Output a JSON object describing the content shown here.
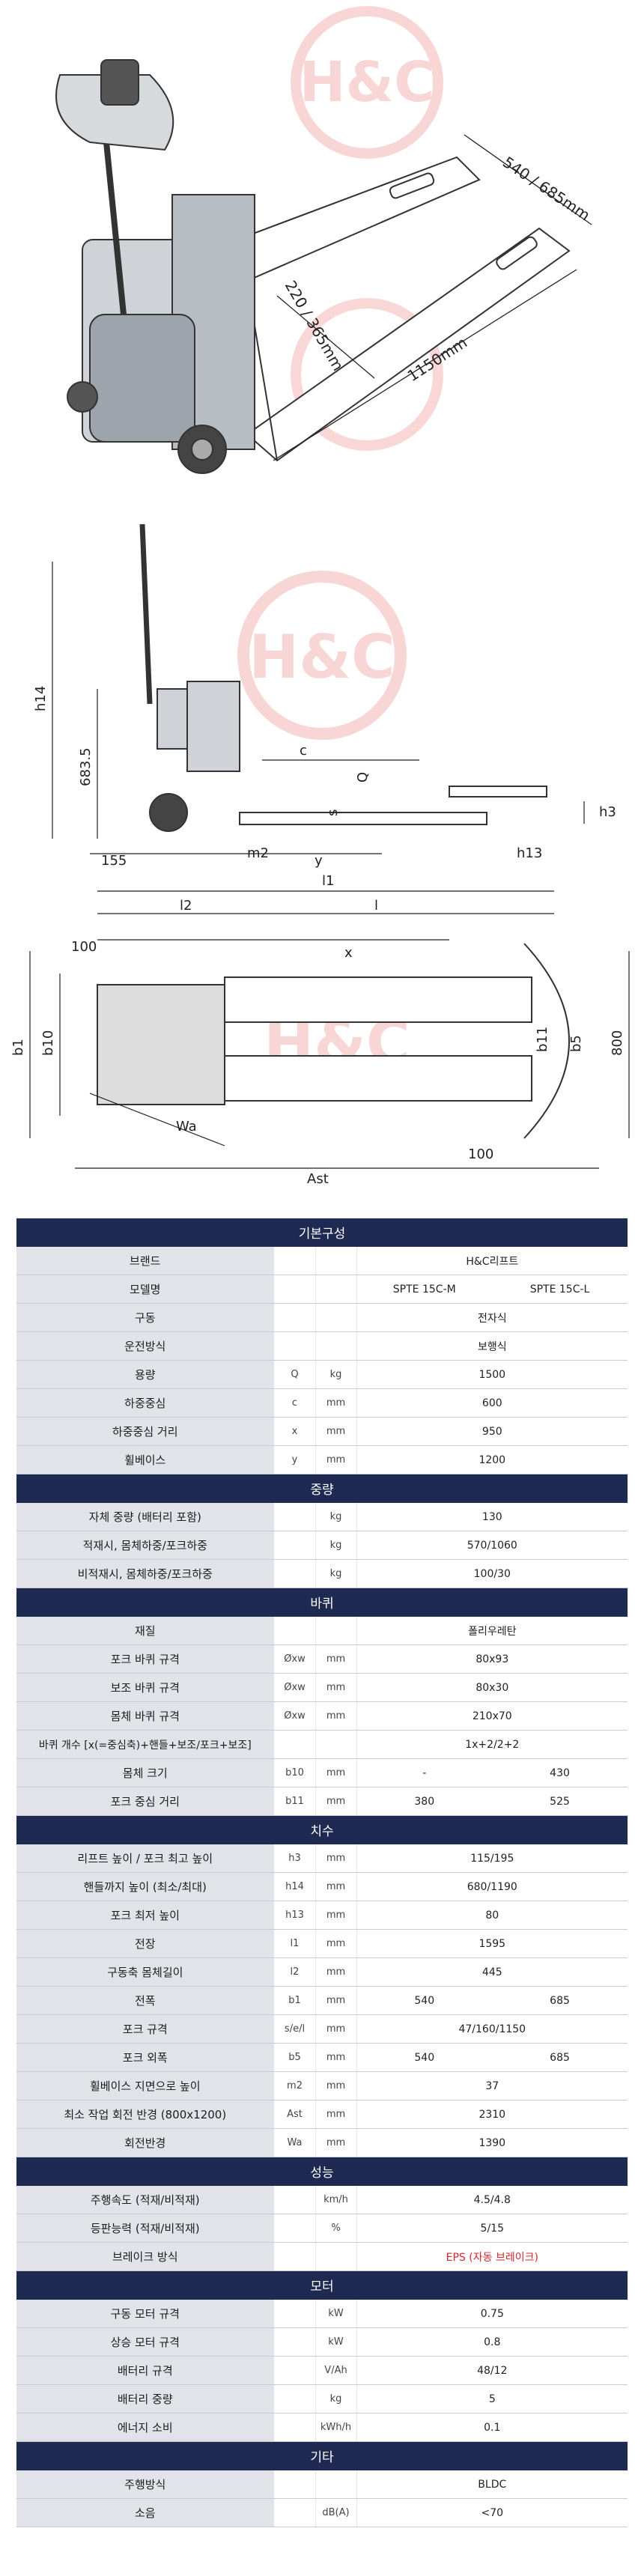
{
  "brand_watermark": "H&C",
  "diagram_top": {
    "dim_width": "540 / 685mm",
    "dim_fork_width": "220 / 365mm",
    "dim_length": "1150mm"
  },
  "diagram_side": {
    "h14": "h14",
    "dim_6835": "683.5",
    "c": "c",
    "q": "Q",
    "s": "s",
    "h3": "h3",
    "dim_155": "155",
    "m2": "m2",
    "y": "y",
    "h13": "h13"
  },
  "diagram_plan": {
    "l1": "l1",
    "l2": "l2",
    "l": "l",
    "x": "x",
    "dim_100_top": "100",
    "b1": "b1",
    "b10": "b10",
    "b11": "b11",
    "b5": "b5",
    "dim_800": "800",
    "wa": "Wa",
    "dim_100_bottom": "100",
    "ast": "Ast"
  },
  "spec": {
    "sec_basic": "기본구성",
    "brand_label": "브랜드",
    "brand_value": "H&C리프트",
    "model_label": "모델명",
    "model_m": "SPTE 15C-M",
    "model_l": "SPTE 15C-L",
    "drive_label": "구동",
    "drive_value": "전자식",
    "operate_label": "운전방식",
    "operate_value": "보행식",
    "cap_label": "용량",
    "cap_sym": "Q",
    "cap_unit": "kg",
    "cap_value": "1500",
    "lc_label": "하중중심",
    "lc_sym": "c",
    "lc_unit": "mm",
    "lc_value": "600",
    "lcd_label": "하중중심 거리",
    "lcd_sym": "x",
    "lcd_unit": "mm",
    "lcd_value": "950",
    "wb_label": "휠베이스",
    "wb_sym": "y",
    "wb_unit": "mm",
    "wb_value": "1200",
    "sec_weight": "중량",
    "sw_label": "자체 중량 (배터리 포함)",
    "sw_unit": "kg",
    "sw_value": "130",
    "al_label": "적재시, 몸체하중/포크하중",
    "al_unit": "kg",
    "al_value": "570/1060",
    "ul_label": "비적재시, 몸체하중/포크하중",
    "ul_unit": "kg",
    "ul_value": "100/30",
    "sec_wheel": "바퀴",
    "mat_label": "재질",
    "mat_value": "폴리우레탄",
    "fw_label": "포크 바퀴 규격",
    "fw_sym": "Øxw",
    "fw_unit": "mm",
    "fw_value": "80x93",
    "aw_label": "보조 바퀴 규격",
    "aw_sym": "Øxw",
    "aw_unit": "mm",
    "aw_value": "80x30",
    "bw_label": "몸체 바퀴 규격",
    "bw_sym": "Øxw",
    "bw_unit": "mm",
    "bw_value": "210x70",
    "wc_label": "바퀴 개수 [x(=중심축)+핸들+보조/포크+보조]",
    "wc_value": "1x+2/2+2",
    "bs_label": "몸체 크기",
    "bs_sym": "b10",
    "bs_unit": "mm",
    "bs_m": "-",
    "bs_l": "430",
    "fc_label": "포크 중심 거리",
    "fc_sym": "b11",
    "fc_unit": "mm",
    "fc_m": "380",
    "fc_l": "525",
    "sec_dim": "치수",
    "lh_label": "리프트 높이 / 포크 최고 높이",
    "lh_sym": "h3",
    "lh_unit": "mm",
    "lh_value": "115/195",
    "hh_label": "핸들까지 높이 (최소/최대)",
    "hh_sym": "h14",
    "hh_unit": "mm",
    "hh_value": "680/1190",
    "fl_label": "포크 최저 높이",
    "fl_sym": "h13",
    "fl_unit": "mm",
    "fl_value": "80",
    "tl_label": "전장",
    "tl_sym": "l1",
    "tl_unit": "mm",
    "tl_value": "1595",
    "dl_label": "구동축 몸체길이",
    "dl_sym": "l2",
    "dl_unit": "mm",
    "dl_value": "445",
    "tw_label": "전폭",
    "tw_sym": "b1",
    "tw_unit": "mm",
    "tw_m": "540",
    "tw_l": "685",
    "fs_label": "포크 규격",
    "fs_sym": "s/e/l",
    "fs_unit": "mm",
    "fs_value": "47/160/1150",
    "fo_label": "포크 외폭",
    "fo_sym": "b5",
    "fo_unit": "mm",
    "fo_m": "540",
    "fo_l": "685",
    "gc_label": "휠베이스 지면으로 높이",
    "gc_sym": "m2",
    "gc_unit": "mm",
    "gc_value": "37",
    "ta_label": "최소 작업 회전 반경 (800x1200)",
    "ta_sym": "Ast",
    "ta_unit": "mm",
    "ta_value": "2310",
    "tr_label": "회전반경",
    "tr_sym": "Wa",
    "tr_unit": "mm",
    "tr_value": "1390",
    "sec_perf": "성능",
    "sp_label": "주행속도 (적재/비적재)",
    "sp_unit": "km/h",
    "sp_value": "4.5/4.8",
    "gr_label": "등판능력 (적재/비적재)",
    "gr_unit": "%",
    "gr_value": "5/15",
    "br_label": "브레이크 방식",
    "br_value": "EPS (자동 브레이크)",
    "sec_motor": "모터",
    "dm_label": "구동 모터 규격",
    "dm_unit": "kW",
    "dm_value": "0.75",
    "lm_label": "상승 모터 규격",
    "lm_unit": "kW",
    "lm_value": "0.8",
    "bt_label": "배터리 규격",
    "bt_unit": "V/Ah",
    "bt_value": "48/12",
    "bwt_label": "배터리 중량",
    "bwt_unit": "kg",
    "bwt_value": "5",
    "en_label": "에너지 소비",
    "en_unit": "kWh/h",
    "en_value": "0.1",
    "sec_etc": "기타",
    "dr_label": "주행방식",
    "dr_value": "BLDC",
    "ns_label": "소음",
    "ns_unit": "dB(A)",
    "ns_value": "<70"
  }
}
